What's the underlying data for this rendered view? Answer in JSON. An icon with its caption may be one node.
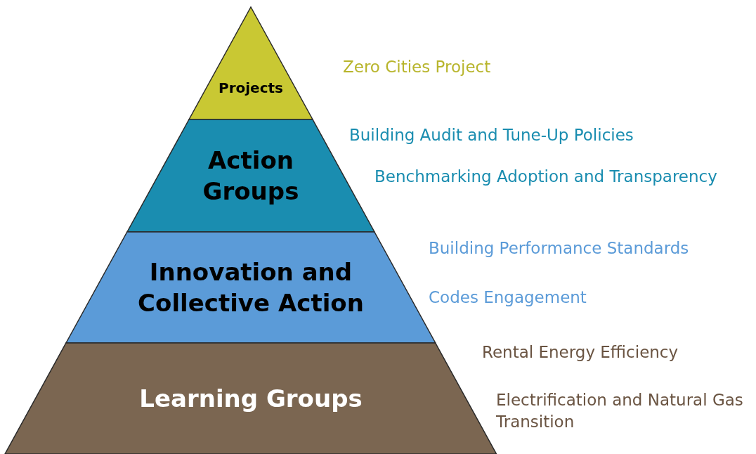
{
  "diagram": {
    "nodes": [
      {
        "text": [
          "Projects"
        ],
        "beside": [
          "Zero Cities Project"
        ]
      },
      {
        "text": [
          "Action Groups"
        ],
        "beside": [
          "Building Audit and Tune-Up Policies",
          "Benchmarking Adoption and Transparency"
        ]
      },
      {
        "text": [
          "Innovation and Collective Action"
        ],
        "beside": [
          "Building Performance Standards",
          "Codes Engagement"
        ]
      },
      {
        "text": [
          "Learning Groups"
        ],
        "beside": [
          "Rental Energy Efficiency",
          "Electrification and Natural Gas Transition"
        ]
      }
    ]
  }
}
